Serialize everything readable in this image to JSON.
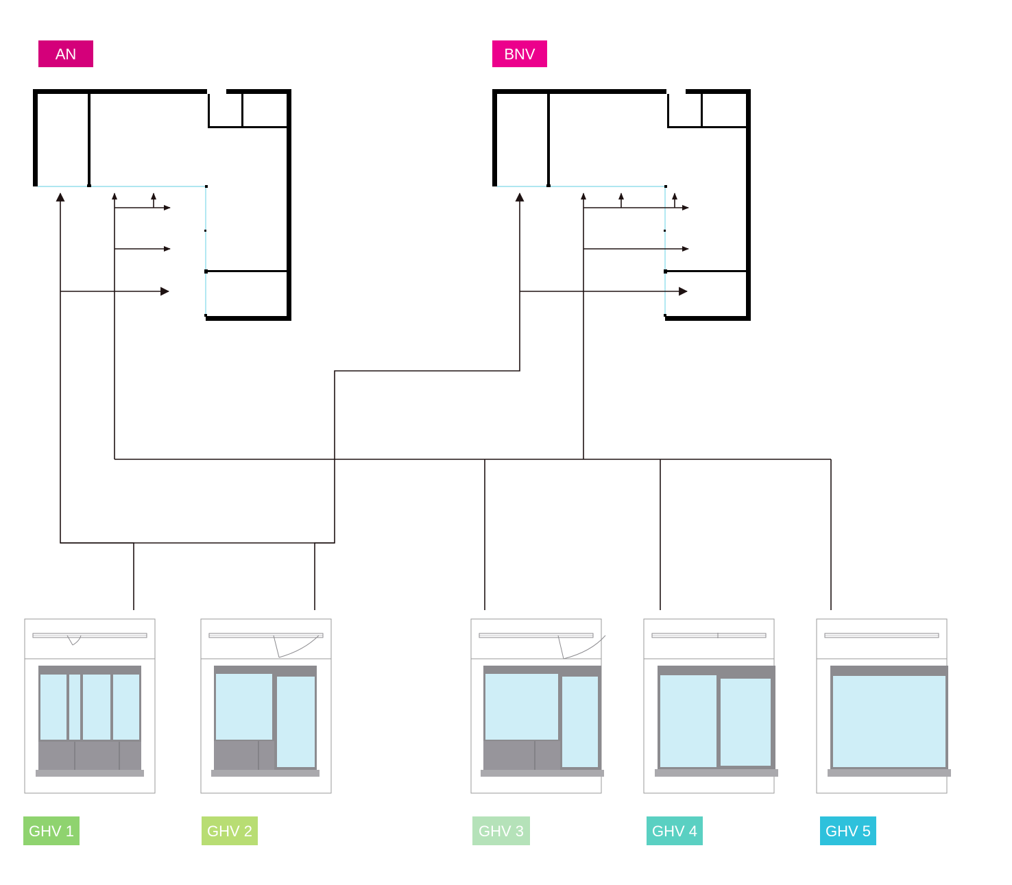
{
  "plans": [
    {
      "label": "AN",
      "color": "#d4007a"
    },
    {
      "label": "BNV",
      "color": "#ec008c"
    }
  ],
  "variants": [
    {
      "label": "GHV 1",
      "color": "#8fd36f"
    },
    {
      "label": "GHV 2",
      "color": "#b8dd73"
    },
    {
      "label": "GHV 3",
      "color": "#b5e2b9"
    },
    {
      "label": "GHV 4",
      "color": "#5ad0c2"
    },
    {
      "label": "GHV 5",
      "color": "#2ec1dc"
    }
  ],
  "colors": {
    "wall": "#000000",
    "line": "#1e1212",
    "facade": "#7fd8e8",
    "glass": "#cfeef7",
    "panel": "#97959b",
    "frame": "#8c8b8f",
    "card_border": "#9a9a9a"
  }
}
